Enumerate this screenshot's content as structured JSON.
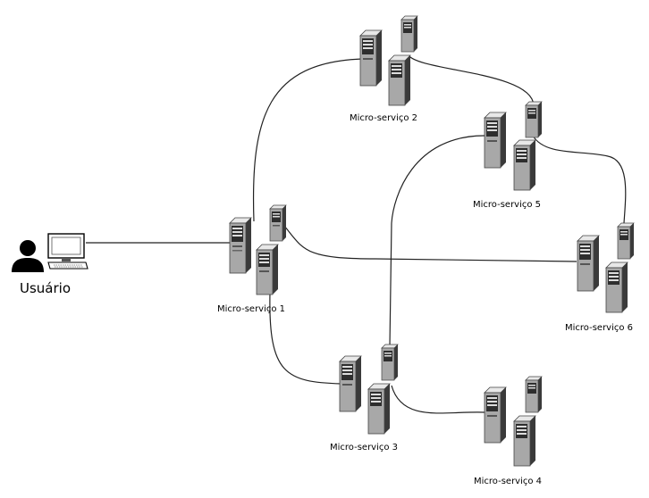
{
  "user": {
    "label": "Usuário",
    "icon": "person-icon",
    "device_icon": "desktop-computer-icon"
  },
  "services": [
    {
      "id": "ms1",
      "label": "Micro-serviço 1"
    },
    {
      "id": "ms2",
      "label": "Micro-serviço 2"
    },
    {
      "id": "ms3",
      "label": "Micro-serviço 3"
    },
    {
      "id": "ms4",
      "label": "Micro-serviço 4"
    },
    {
      "id": "ms5",
      "label": "Micro-serviço 5"
    },
    {
      "id": "ms6",
      "label": "Micro-serviço 6"
    }
  ],
  "server_icon": "server-tower-icon",
  "colors": {
    "line": "#222222",
    "server_dark": "#3c3c3c",
    "server_light": "#9a9a9a"
  }
}
